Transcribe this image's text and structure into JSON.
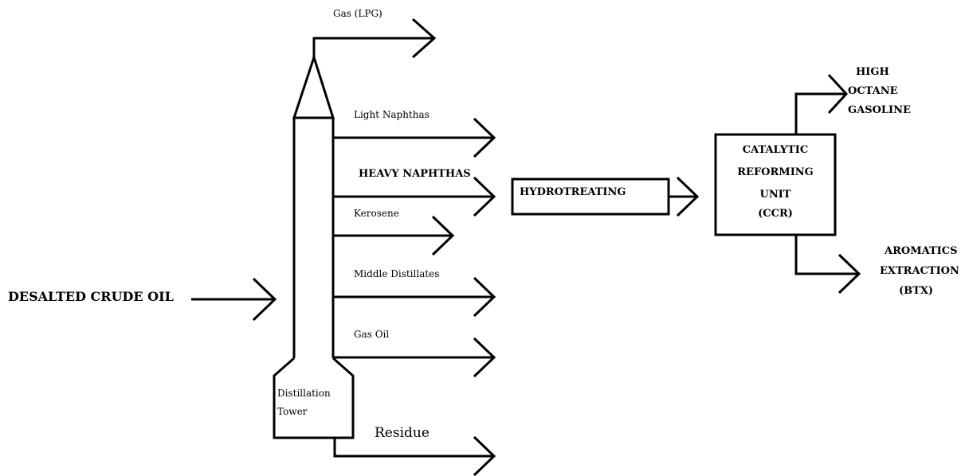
{
  "diagram": {
    "feed_label": "DESALTED CRUDE OIL",
    "tower_label_line1": "Distillation",
    "tower_label_line2": "Tower",
    "outputs": {
      "gas": "Gas (LPG)",
      "light_naphthas": "Light Naphthas",
      "heavy_naphthas": "HEAVY NAPHTHAS",
      "kerosene": "Kerosene",
      "middle_distillates": "Middle Distillates",
      "gas_oil": "Gas Oil",
      "residue": "Residue"
    },
    "hydrotreating": "HYDROTREATING",
    "reformer": {
      "line1": "CATALYTIC",
      "line2": "REFORMING",
      "line3": "UNIT",
      "line4": "(CCR)"
    },
    "products": {
      "gasoline_line1": "HIGH",
      "gasoline_line2": "OCTANE",
      "gasoline_line3": "GASOLINE",
      "aromatics_line1": "AROMATICS",
      "aromatics_line2": "EXTRACTION",
      "aromatics_line3": "(BTX)"
    }
  }
}
